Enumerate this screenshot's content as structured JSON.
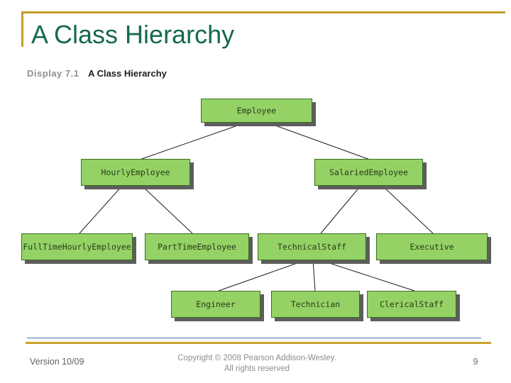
{
  "slide": {
    "title": "A Class Hierarchy",
    "caption_prefix": "Display 7.1",
    "caption_title": "A Class Hierarchy"
  },
  "diagram": {
    "nodes": [
      {
        "label": "Employee"
      },
      {
        "label": "HourlyEmployee"
      },
      {
        "label": "SalariedEmployee"
      },
      {
        "label": "FullTimeHourlyEmployee"
      },
      {
        "label": "PartTimeEmployee"
      },
      {
        "label": "TechnicalStaff"
      },
      {
        "label": "Executive"
      },
      {
        "label": "Engineer"
      },
      {
        "label": "Technician"
      },
      {
        "label": "ClericalStaff"
      }
    ],
    "edges": [
      {
        "from": "Employee",
        "to": "HourlyEmployee"
      },
      {
        "from": "Employee",
        "to": "SalariedEmployee"
      },
      {
        "from": "HourlyEmployee",
        "to": "FullTimeHourlyEmployee"
      },
      {
        "from": "HourlyEmployee",
        "to": "PartTimeEmployee"
      },
      {
        "from": "SalariedEmployee",
        "to": "TechnicalStaff"
      },
      {
        "from": "SalariedEmployee",
        "to": "Executive"
      },
      {
        "from": "TechnicalStaff",
        "to": "Engineer"
      },
      {
        "from": "TechnicalStaff",
        "to": "Technician"
      },
      {
        "from": "TechnicalStaff",
        "to": "ClericalStaff"
      }
    ]
  },
  "footer": {
    "version": "Version 10/09",
    "copyright_line1": "Copyright © 2008 Pearson Addison-Wesley.",
    "copyright_line2": "All rights reserved",
    "page_number": "9"
  },
  "colors": {
    "title_green": "#156a4a",
    "accent_gold": "#c49d2a",
    "node_fill": "#94d266",
    "node_border": "#3c6e1e",
    "node_shadow": "#5d5d5d",
    "footer_rule_blue": "#47719e",
    "footer_text_gray": "#8d8d8d"
  }
}
